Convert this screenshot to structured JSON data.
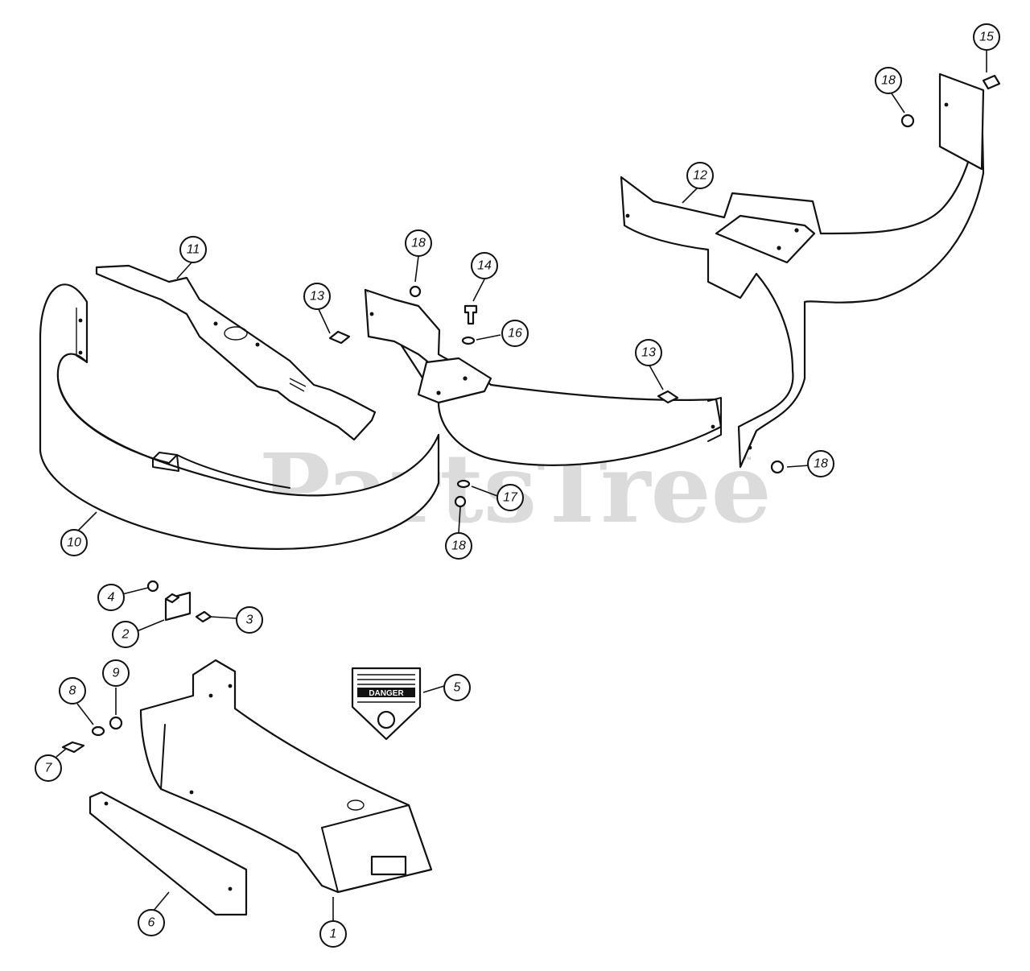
{
  "watermark": {
    "text": "PartsTree",
    "mark": "™"
  },
  "decal": {
    "heading": "DANGER"
  },
  "callouts": [
    {
      "id": "c1",
      "label": "1"
    },
    {
      "id": "c2",
      "label": "2"
    },
    {
      "id": "c3",
      "label": "3"
    },
    {
      "id": "c4",
      "label": "4"
    },
    {
      "id": "c5",
      "label": "5"
    },
    {
      "id": "c6",
      "label": "6"
    },
    {
      "id": "c7",
      "label": "7"
    },
    {
      "id": "c8",
      "label": "8"
    },
    {
      "id": "c9",
      "label": "9"
    },
    {
      "id": "c10",
      "label": "10"
    },
    {
      "id": "c11",
      "label": "11"
    },
    {
      "id": "c12",
      "label": "12"
    },
    {
      "id": "c13a",
      "label": "13"
    },
    {
      "id": "c13b",
      "label": "13"
    },
    {
      "id": "c14",
      "label": "14"
    },
    {
      "id": "c15",
      "label": "15"
    },
    {
      "id": "c16",
      "label": "16"
    },
    {
      "id": "c17",
      "label": "17"
    },
    {
      "id": "c18a",
      "label": "18"
    },
    {
      "id": "c18b",
      "label": "18"
    },
    {
      "id": "c18c",
      "label": "18"
    },
    {
      "id": "c18d",
      "label": "18"
    }
  ]
}
